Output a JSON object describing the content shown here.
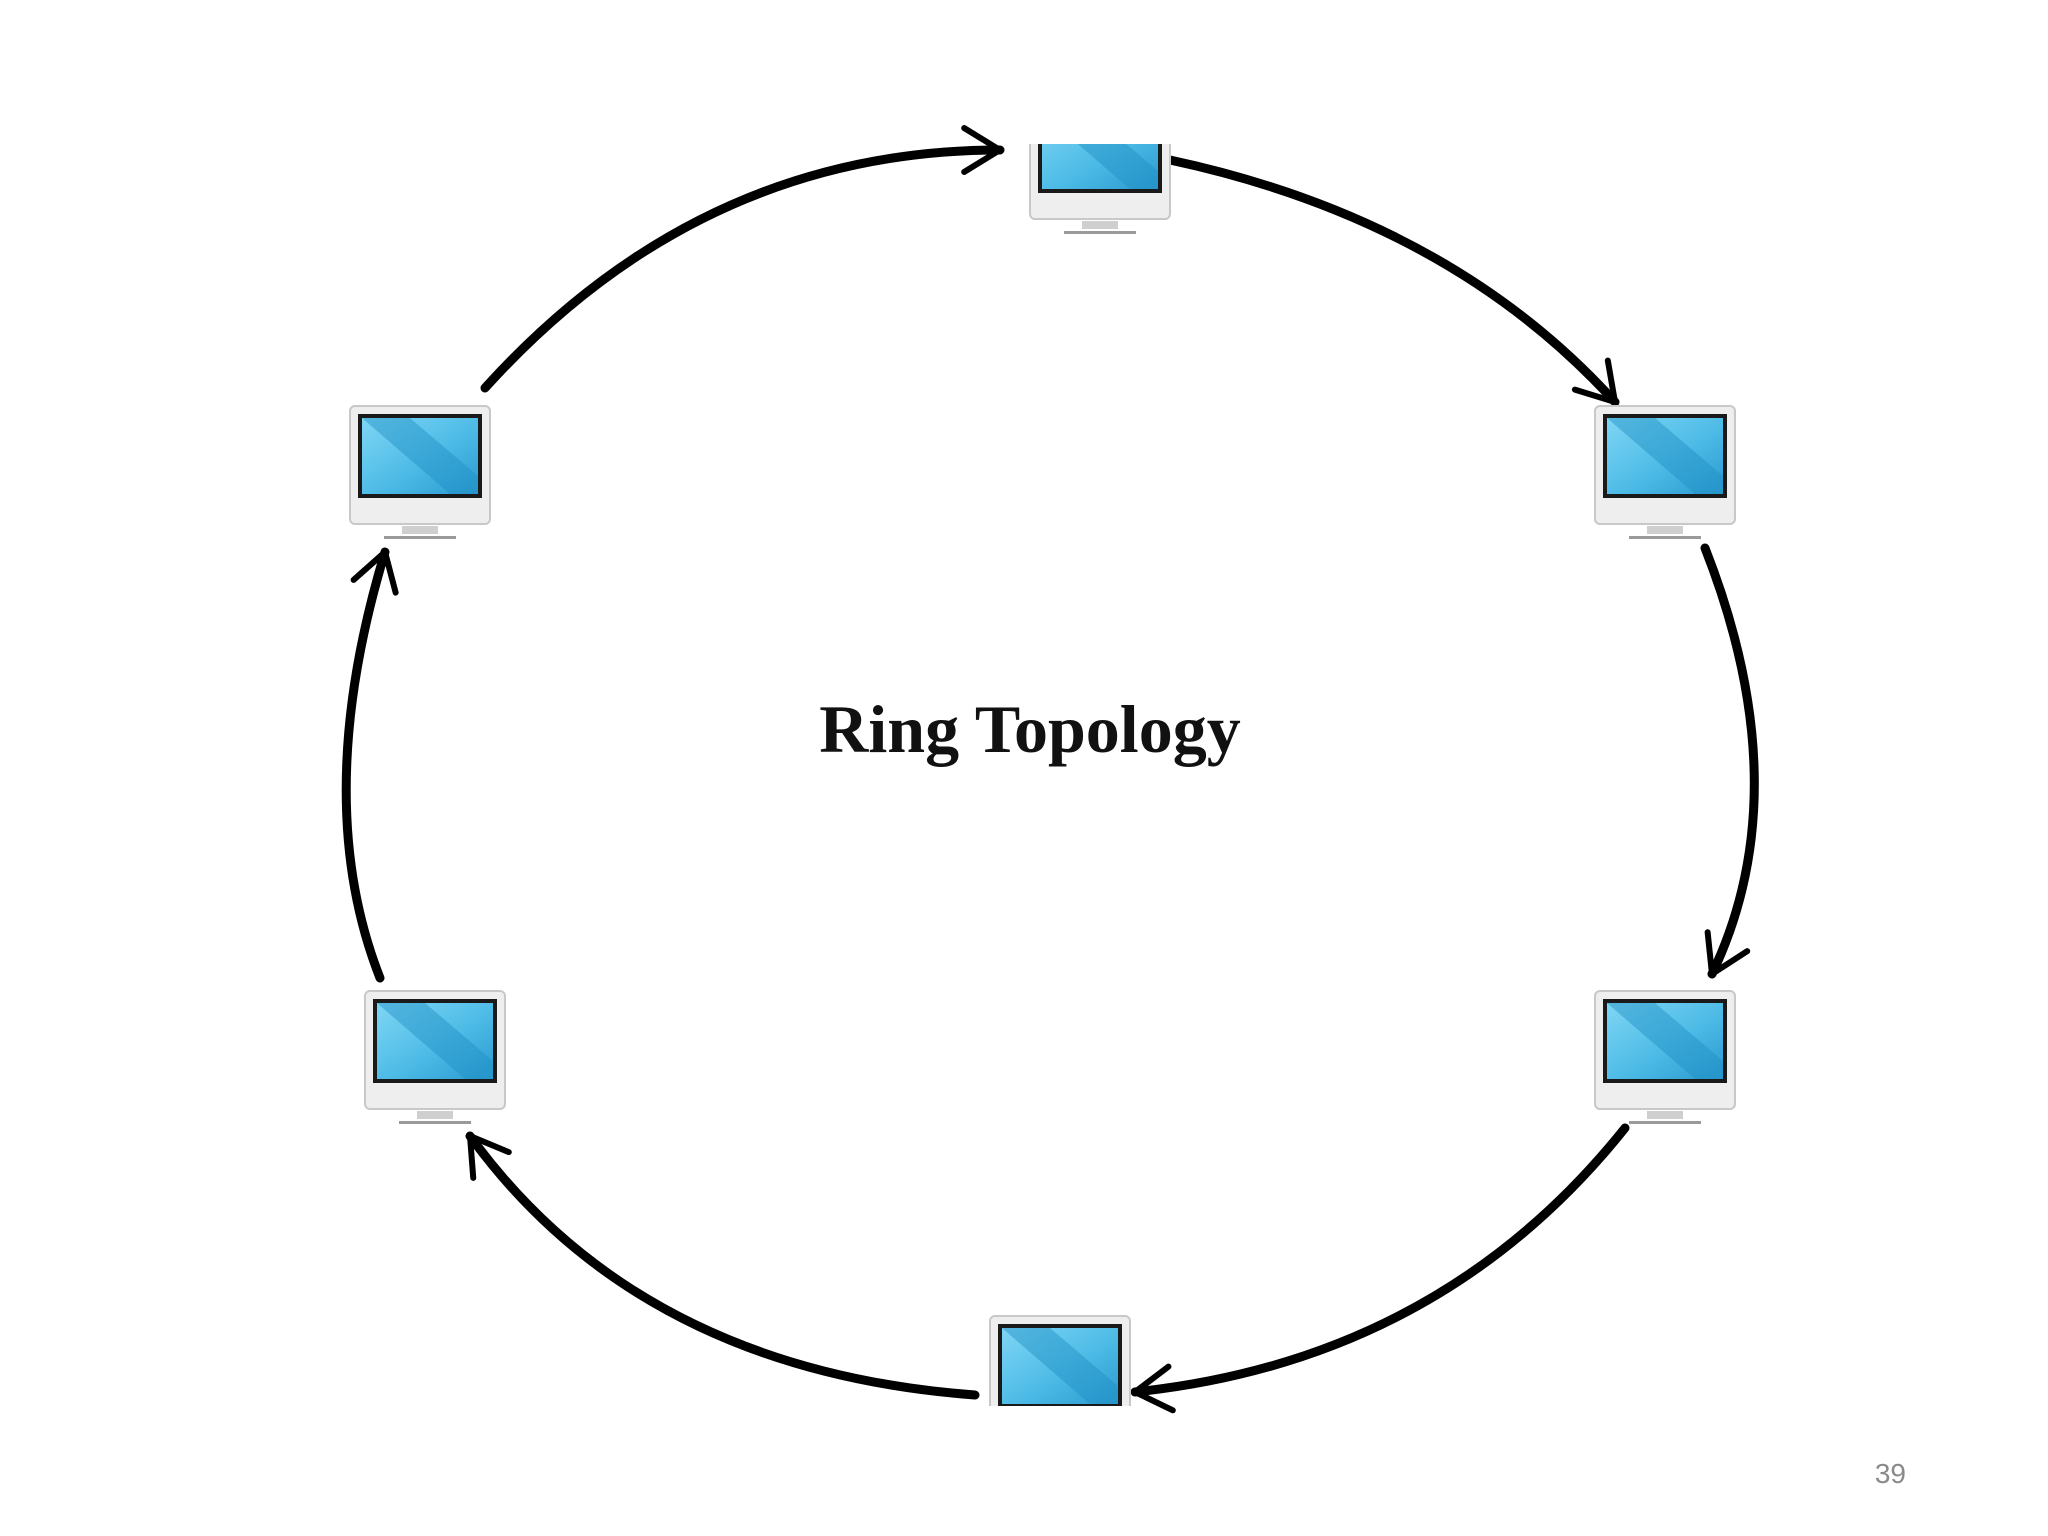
{
  "diagram": {
    "title": "Ring Topology",
    "nodes": [
      {
        "id": "top",
        "icon": "monitor-icon"
      },
      {
        "id": "right-upper",
        "icon": "monitor-icon"
      },
      {
        "id": "right-lower",
        "icon": "monitor-icon"
      },
      {
        "id": "bottom",
        "icon": "monitor-icon"
      },
      {
        "id": "left-lower",
        "icon": "monitor-icon"
      },
      {
        "id": "left-upper",
        "icon": "monitor-icon"
      }
    ],
    "links": [
      {
        "from": "left-upper",
        "to": "top"
      },
      {
        "from": "top",
        "to": "right-upper"
      },
      {
        "from": "right-upper",
        "to": "right-lower"
      },
      {
        "from": "right-lower",
        "to": "bottom"
      },
      {
        "from": "bottom",
        "to": "left-lower"
      },
      {
        "from": "left-lower",
        "to": "left-upper"
      }
    ],
    "direction": "clockwise",
    "colors": {
      "line": "#000000",
      "screen": "#5cc6ec",
      "screen_dark": "#1f8fc4",
      "bezel": "#1a1a1a",
      "body": "#eeeeee",
      "body_border": "#c8c8c8"
    }
  },
  "footer": {
    "page_number": "39"
  }
}
